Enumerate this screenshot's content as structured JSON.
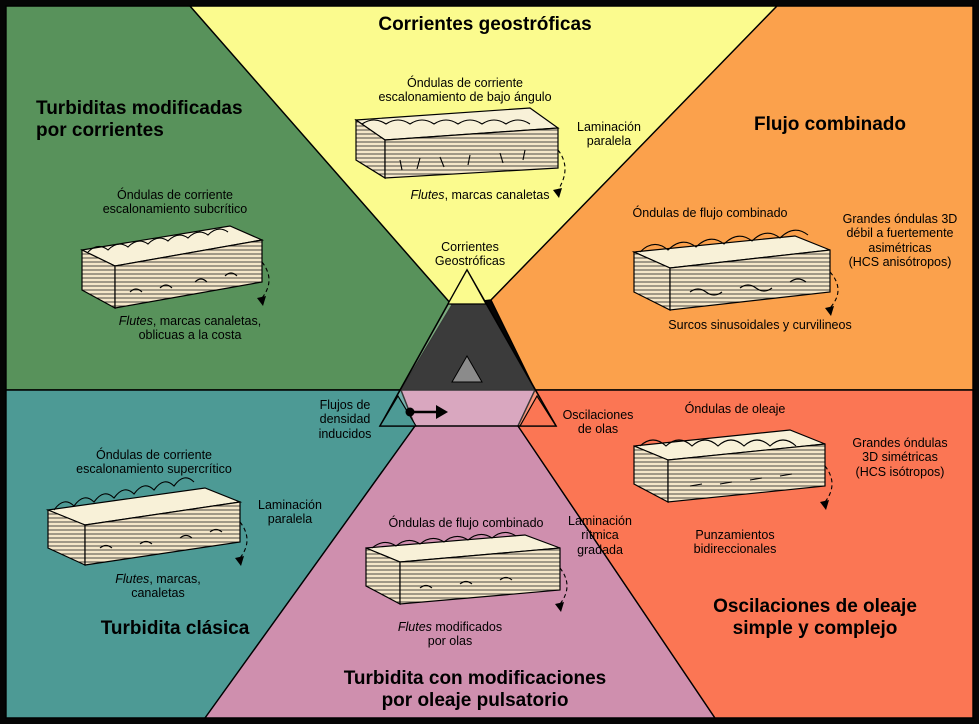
{
  "colors": {
    "frame": "#050505",
    "geostrophic": "#fbfb8e",
    "combined_flow": "#fba14c",
    "turbidite_modified": "#58925b",
    "classic_turbidite": "#4d9a95",
    "pulsating_wave": "#cf8fae",
    "wave_oscillation": "#fb7654",
    "center": "#8b8b8b"
  },
  "regions": {
    "geostrophic": {
      "title": "Corrientes geostróficas",
      "caption": "Óndulas de corriente\nescalonamiento de bajo ángulo",
      "side_label": "Laminación\nparalela",
      "base_italic": "Flutes",
      "base_rest": ", marcas canaletas"
    },
    "turbidite_modified": {
      "title": "Turbiditas modificadas\npor corrientes",
      "caption": "Óndulas de corriente\nescalonamiento subcrítico",
      "base_italic": "Flutes",
      "base_rest": ", marcas canaletas,\noblicuas a la costa"
    },
    "combined_flow": {
      "title": "Flujo combinado",
      "caption": "Óndulas de flujo combinado",
      "side_label": "Grandes óndulas 3D\ndébil a fuertemente\nasimétricas\n(HCS anisótropos)",
      "base": "Surcos sinusoidales y curvilineos"
    },
    "classic_turbidite": {
      "title": "Turbidita clásica",
      "caption": "Óndulas de corriente\nescalonamiento supercrítico",
      "side_label": "Laminación\nparalela",
      "base_italic": "Flutes",
      "base_rest": ", marcas,\ncanaletas"
    },
    "pulsating_wave": {
      "title": "Turbidita con modificaciones\npor oleaje pulsatorio",
      "caption": "Óndulas de flujo combinado",
      "side_label": "Laminación\nrítmica\ngradada",
      "base_italic": "Flutes",
      "base_rest": " modificados\npor olas"
    },
    "wave_oscillation": {
      "title": "Oscilaciones de oleaje\nsimple y complejo",
      "caption": "Óndulas de oleaje",
      "side_label": "Grandes óndulas\n3D simétricas\n(HCS isótropos)",
      "base": "Punzamientos\nbidireccionales"
    }
  },
  "triangle": {
    "apex_top": "Corrientes\nGeostróficas",
    "apex_left": "Flujos de\ndensidad\ninducidos",
    "apex_right": "Oscilaciones\nde olas"
  }
}
